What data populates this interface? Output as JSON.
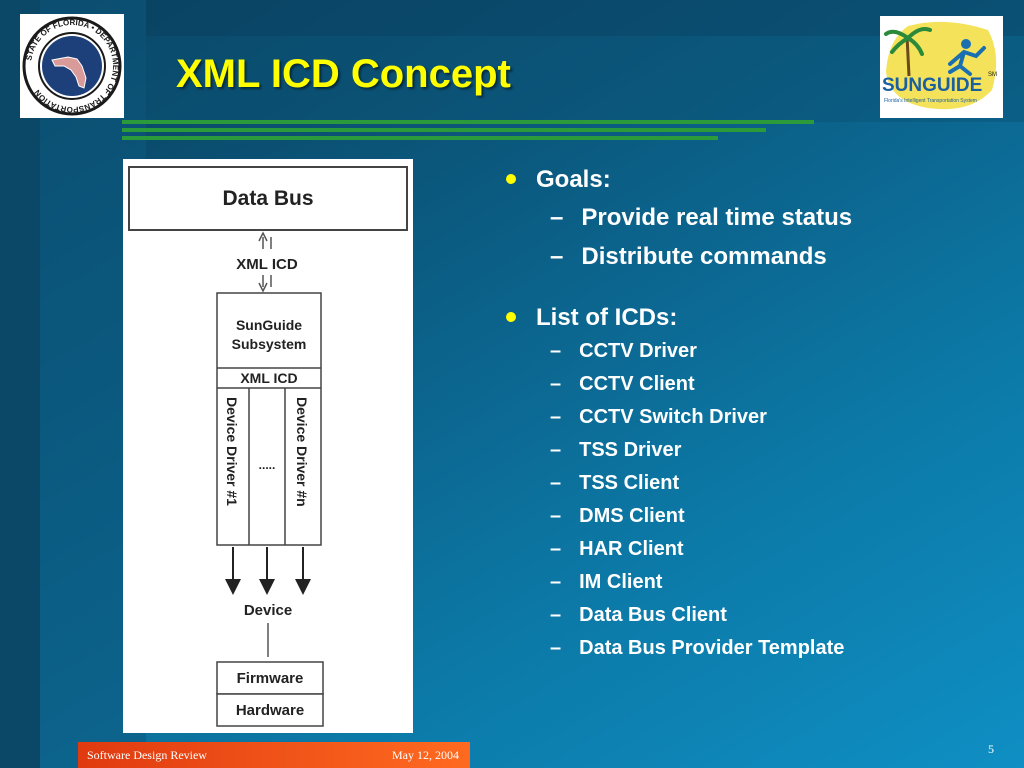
{
  "slide": {
    "title": "XML ICD Concept",
    "page_number": "5"
  },
  "logos": {
    "fdot": {
      "ring_text": "STATE OF FLORIDA • DEPARTMENT OF TRANSPORTATION",
      "icon": "fdot-seal-icon"
    },
    "sunguide": {
      "name": "SUNGUIDE",
      "mark": "SM",
      "tagline": "Florida's Intelligent Transportation System",
      "icon": "sunguide-logo-icon"
    }
  },
  "diagram": {
    "data_bus": "Data Bus",
    "xml_icd_top": "XML ICD",
    "subsystem_line1": "SunGuide",
    "subsystem_line2": "Subsystem",
    "xml_icd_inner": "XML ICD",
    "driver_1": "Device Driver #1",
    "driver_ellipsis": ".....",
    "driver_n": "Device Driver #n",
    "device": "Device",
    "firmware": "Firmware",
    "hardware": "Hardware"
  },
  "bullets": {
    "goals": {
      "label": "Goals:",
      "items": [
        "Provide real time status",
        "Distribute commands"
      ]
    },
    "icds": {
      "label": "List of ICDs:",
      "items": [
        "CCTV Driver",
        "CCTV Client",
        "CCTV Switch Driver",
        "TSS Driver",
        "TSS Client",
        "DMS Client",
        "HAR Client",
        "IM Client",
        "Data Bus Client",
        "Data Bus Provider Template"
      ]
    },
    "bullet_color": "#ffff00",
    "dash": "–"
  },
  "footer": {
    "left": "Software Design Review",
    "right": "May 12, 2004"
  },
  "colors": {
    "title": "#ffff00",
    "footer_bar": "#ff5a1a",
    "accent_line": "#2a9a3a"
  }
}
